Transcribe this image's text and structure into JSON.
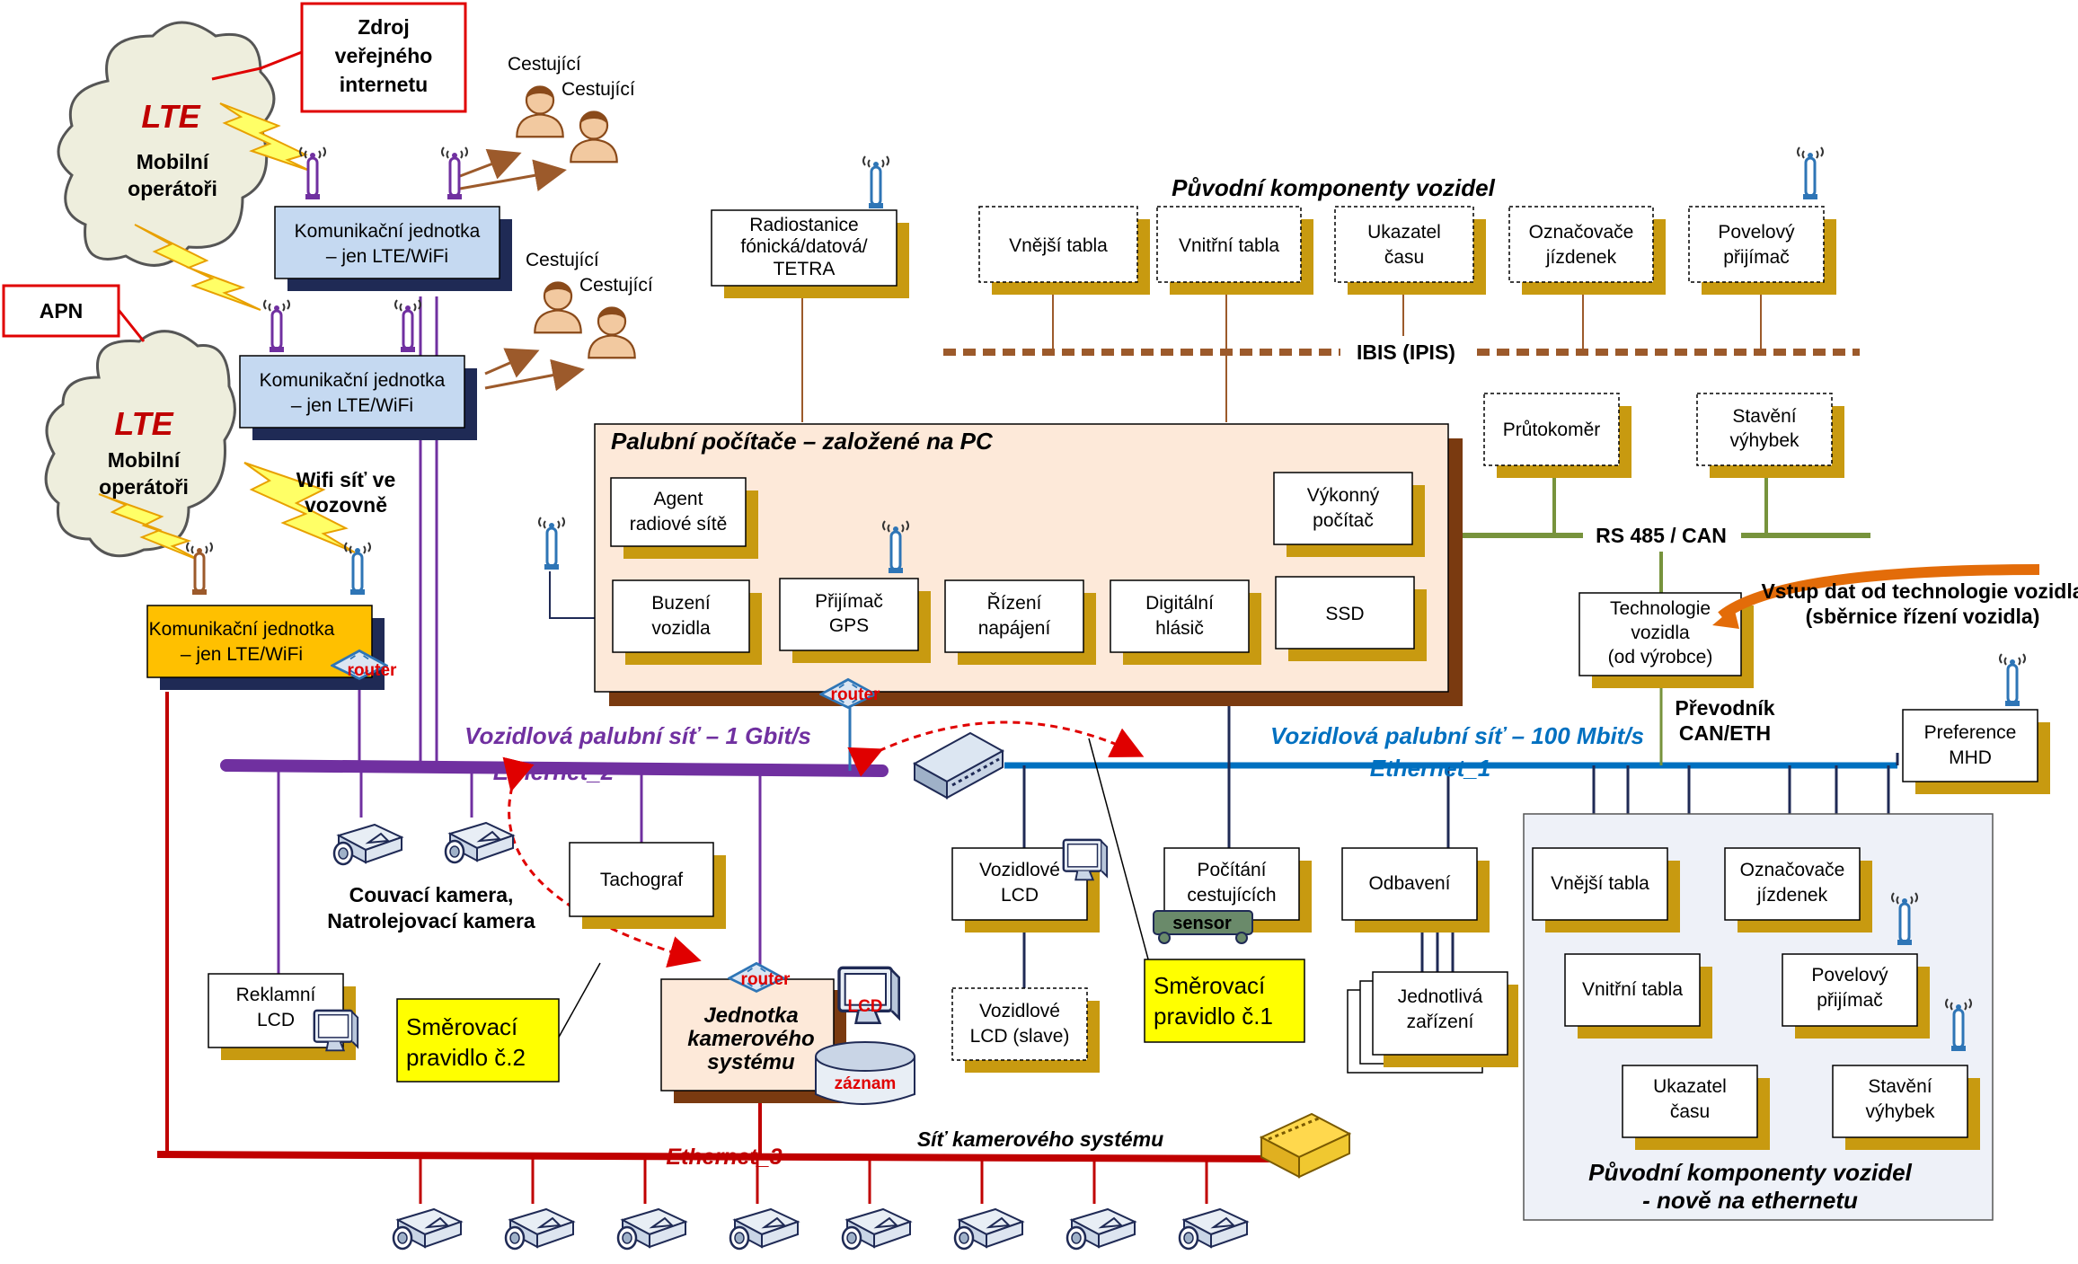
{
  "labels": {
    "zdroj": [
      "Zdroj",
      "veřejného",
      "internetu"
    ],
    "apn": "APN",
    "lte": "LTE",
    "mobilni": [
      "Mobilní",
      "operátoři"
    ],
    "cestujici": "Cestující",
    "kom_jednotka": [
      "Komunikační jednotka",
      "– jen LTE/WiFi"
    ],
    "wifi_vozovna": [
      "Wifi síť ve",
      "vozovně"
    ],
    "radiostanice": [
      "Radiostanice",
      "fónická/datová/",
      "TETRA"
    ],
    "puvodni_header": "Původní komponenty vozidel",
    "vnejsi_tabla": "Vnější tabla",
    "vnitrni_tabla": "Vnitřní tabla",
    "ukazatel_casu": [
      "Ukazatel",
      "času"
    ],
    "oznacovace": [
      "Označovače",
      "jízdenek"
    ],
    "povelovy": [
      "Povelový",
      "přijímač"
    ],
    "ibis": "IBIS (IPIS)",
    "prutokomer": "Průtokoměr",
    "staveni": [
      "Stavění",
      "výhybek"
    ],
    "rs485": "RS 485 / CAN",
    "palubni_title": "Palubní počítače – založené na PC",
    "agent": [
      "Agent",
      "radiové sítě"
    ],
    "vykonny": [
      "Výkonný",
      "počítač"
    ],
    "buzeni": [
      "Buzení",
      "vozidla"
    ],
    "gps": [
      "Přijímač",
      "GPS"
    ],
    "rizeni": [
      "Řízení",
      "napájení"
    ],
    "hlasic": [
      "Digitální",
      "hlásič"
    ],
    "ssd": "SSD",
    "technologie": [
      "Technologie",
      "vozidla",
      "(od výrobce)"
    ],
    "vstup_dat": [
      "Vstup dat od technologie vozidla",
      "(sběrnice řízení vozidla)"
    ],
    "prevodnik": [
      "Převodník",
      "CAN/ETH"
    ],
    "preference": [
      "Preference",
      "MHD"
    ],
    "router": "router",
    "sit_1gbit": "Vozidlová palubní síť – 1 Gbit/s",
    "ethernet_2": "Ethernet_2",
    "sit_100mbit": "Vozidlová palubní síť – 100 Mbit/s",
    "ethernet_1": "Ethernet_1",
    "couvaci": [
      "Couvací kamera,",
      "Natrolejovací kamera"
    ],
    "tachograf": "Tachograf",
    "reklamni": [
      "Reklamní",
      "LCD"
    ],
    "smerovaci2": [
      "Směrovací",
      "pravidlo č.2"
    ],
    "smerovaci1": [
      "Směrovací",
      "pravidlo č.1"
    ],
    "jednotka_kamer": [
      "Jednotka",
      "kamerového",
      "systému"
    ],
    "lcd": "LCD",
    "zaznam": "záznam",
    "vozidlove_lcd": [
      "Vozidlové",
      "LCD"
    ],
    "vozidlove_lcd_slave": [
      "Vozidlové",
      "LCD (slave)"
    ],
    "pocitani": [
      "Počítání",
      "cestujících"
    ],
    "sensor": "sensor",
    "odbaveni": "Odbavení",
    "jednotliva": [
      "Jednotlivá",
      "zařízení"
    ],
    "puvodni_eth": [
      "Původní komponenty vozidel",
      "- nově na ethernetu"
    ],
    "ethernet_3": "Ethernet_3",
    "sit_kamer": "Síť kamerového systému"
  },
  "colors": {
    "ethernet_1": "#0070c0",
    "ethernet_2": "#7030a0",
    "ethernet_3": "#c00000",
    "ibis": "#9c5a2b",
    "rs485": "#77933c",
    "shadow": "#c89a10",
    "kom_fill": "#c5d9f1",
    "kom_fill_yellow": "#ffc000",
    "palubni_fill": "#fde9d9",
    "callout_fill": "#ffff00",
    "panel_fill": "#eef1f8"
  },
  "icons": [
    "antenna-icon",
    "person-icon",
    "camera-icon",
    "monitor-icon",
    "switch-icon",
    "router-icon",
    "cloud-icon",
    "lightning-icon",
    "database-icon"
  ]
}
